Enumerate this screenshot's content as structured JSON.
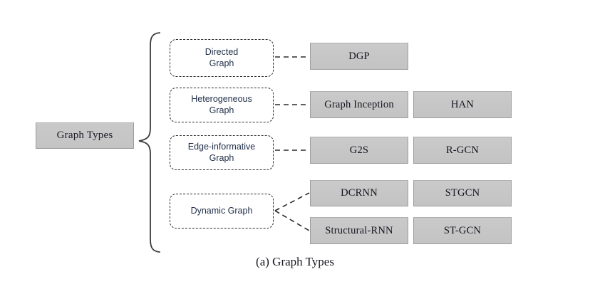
{
  "figure": {
    "caption": "(a) Graph Types",
    "root": {
      "label": "Graph Types"
    },
    "colors": {
      "node_fill": "#c7c7c7",
      "node_border": "#9d9d9d",
      "dashed_border": "#2b2b2b",
      "category_text": "#22304a",
      "method_text": "#14141f",
      "background": "#ffffff"
    },
    "categories": [
      {
        "id": "directed",
        "label": "Directed\nGraph",
        "line1": "Directed",
        "line2": "Graph",
        "methods": [
          "DGP"
        ]
      },
      {
        "id": "heterogeneous",
        "label": "Heterogeneous\nGraph",
        "line1": "Heterogeneous",
        "line2": "Graph",
        "methods": [
          "Graph Inception",
          "HAN"
        ]
      },
      {
        "id": "edge-informative",
        "label": "Edge-informative\nGraph",
        "line1": "Edge-informative",
        "line2": "Graph",
        "methods": [
          "G2S",
          "R-GCN"
        ]
      },
      {
        "id": "dynamic",
        "label": "Dynamic Graph",
        "line1": "Dynamic Graph",
        "line2": "",
        "methods": [
          "DCRNN",
          "STGCN",
          "Structural-RNN",
          "ST-GCN"
        ]
      }
    ],
    "methods": {
      "dgp": "DGP",
      "graph_inception": "Graph Inception",
      "han": "HAN",
      "g2s": "G2S",
      "rgcn": "R-GCN",
      "dcrnn": "DCRNN",
      "stgcn": "STGCN",
      "structural_rnn": "Structural-RNN",
      "st_gcn": "ST-GCN"
    }
  }
}
